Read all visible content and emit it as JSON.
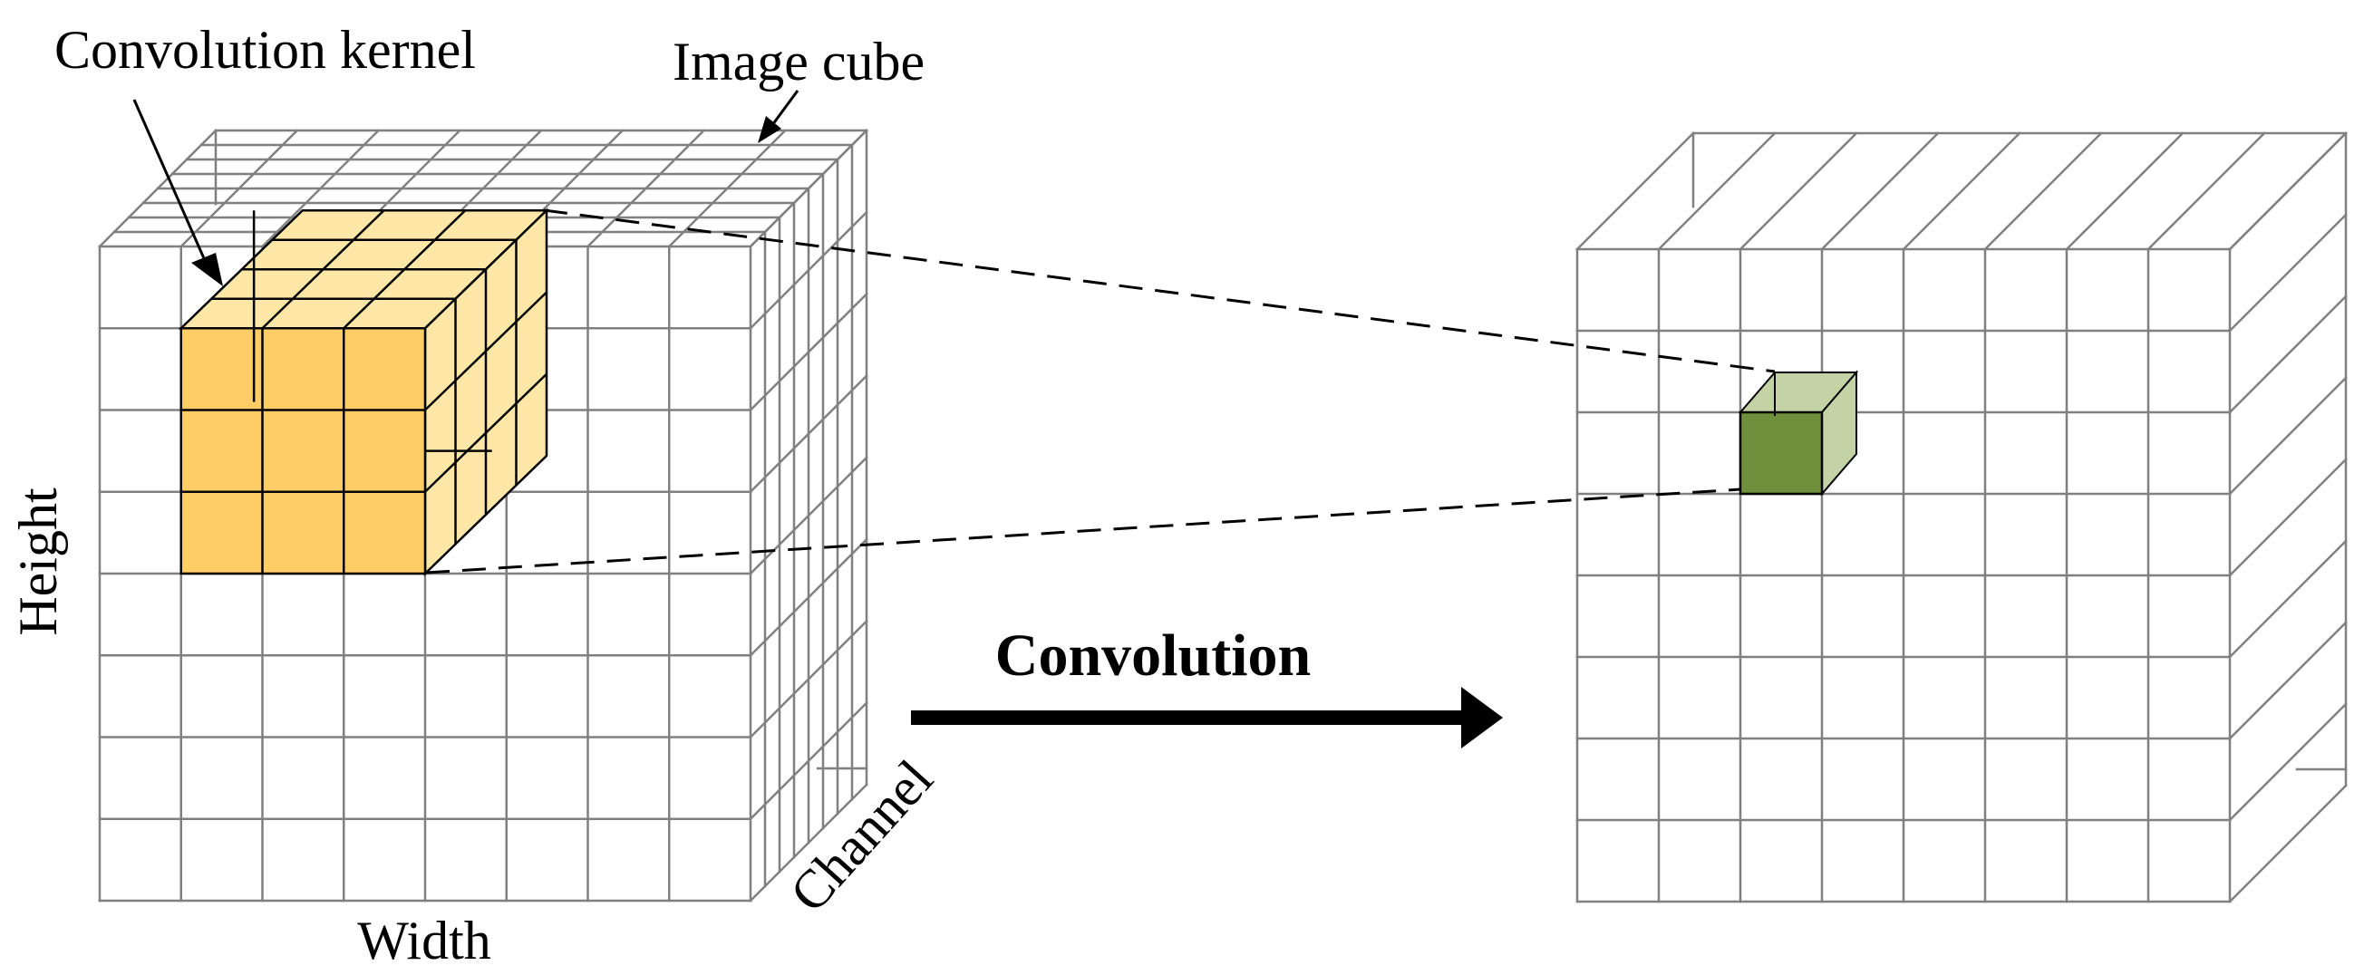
{
  "labels": {
    "convolution_kernel": "Convolution kernel",
    "image_cube": "Image cube",
    "height": "Height",
    "width": "Width",
    "channel": "Channel",
    "convolution": "Convolution"
  },
  "input_cube": {
    "rows": 8,
    "cols": 8,
    "depth_layers": 8
  },
  "kernel": {
    "rows": 3,
    "cols": 3,
    "depth_layers": 4
  },
  "output_cube": {
    "rows": 8,
    "cols": 8,
    "depth_layers": 1
  },
  "colors": {
    "grid_line": "#808080",
    "kernel_front": "#FFCC66",
    "kernel_back": "#FFE7A8",
    "kernel_edge": "#000000",
    "output_cell_front": "#6F8F3C",
    "output_cell_back": "#C3D3A6",
    "arrow": "#000000"
  }
}
